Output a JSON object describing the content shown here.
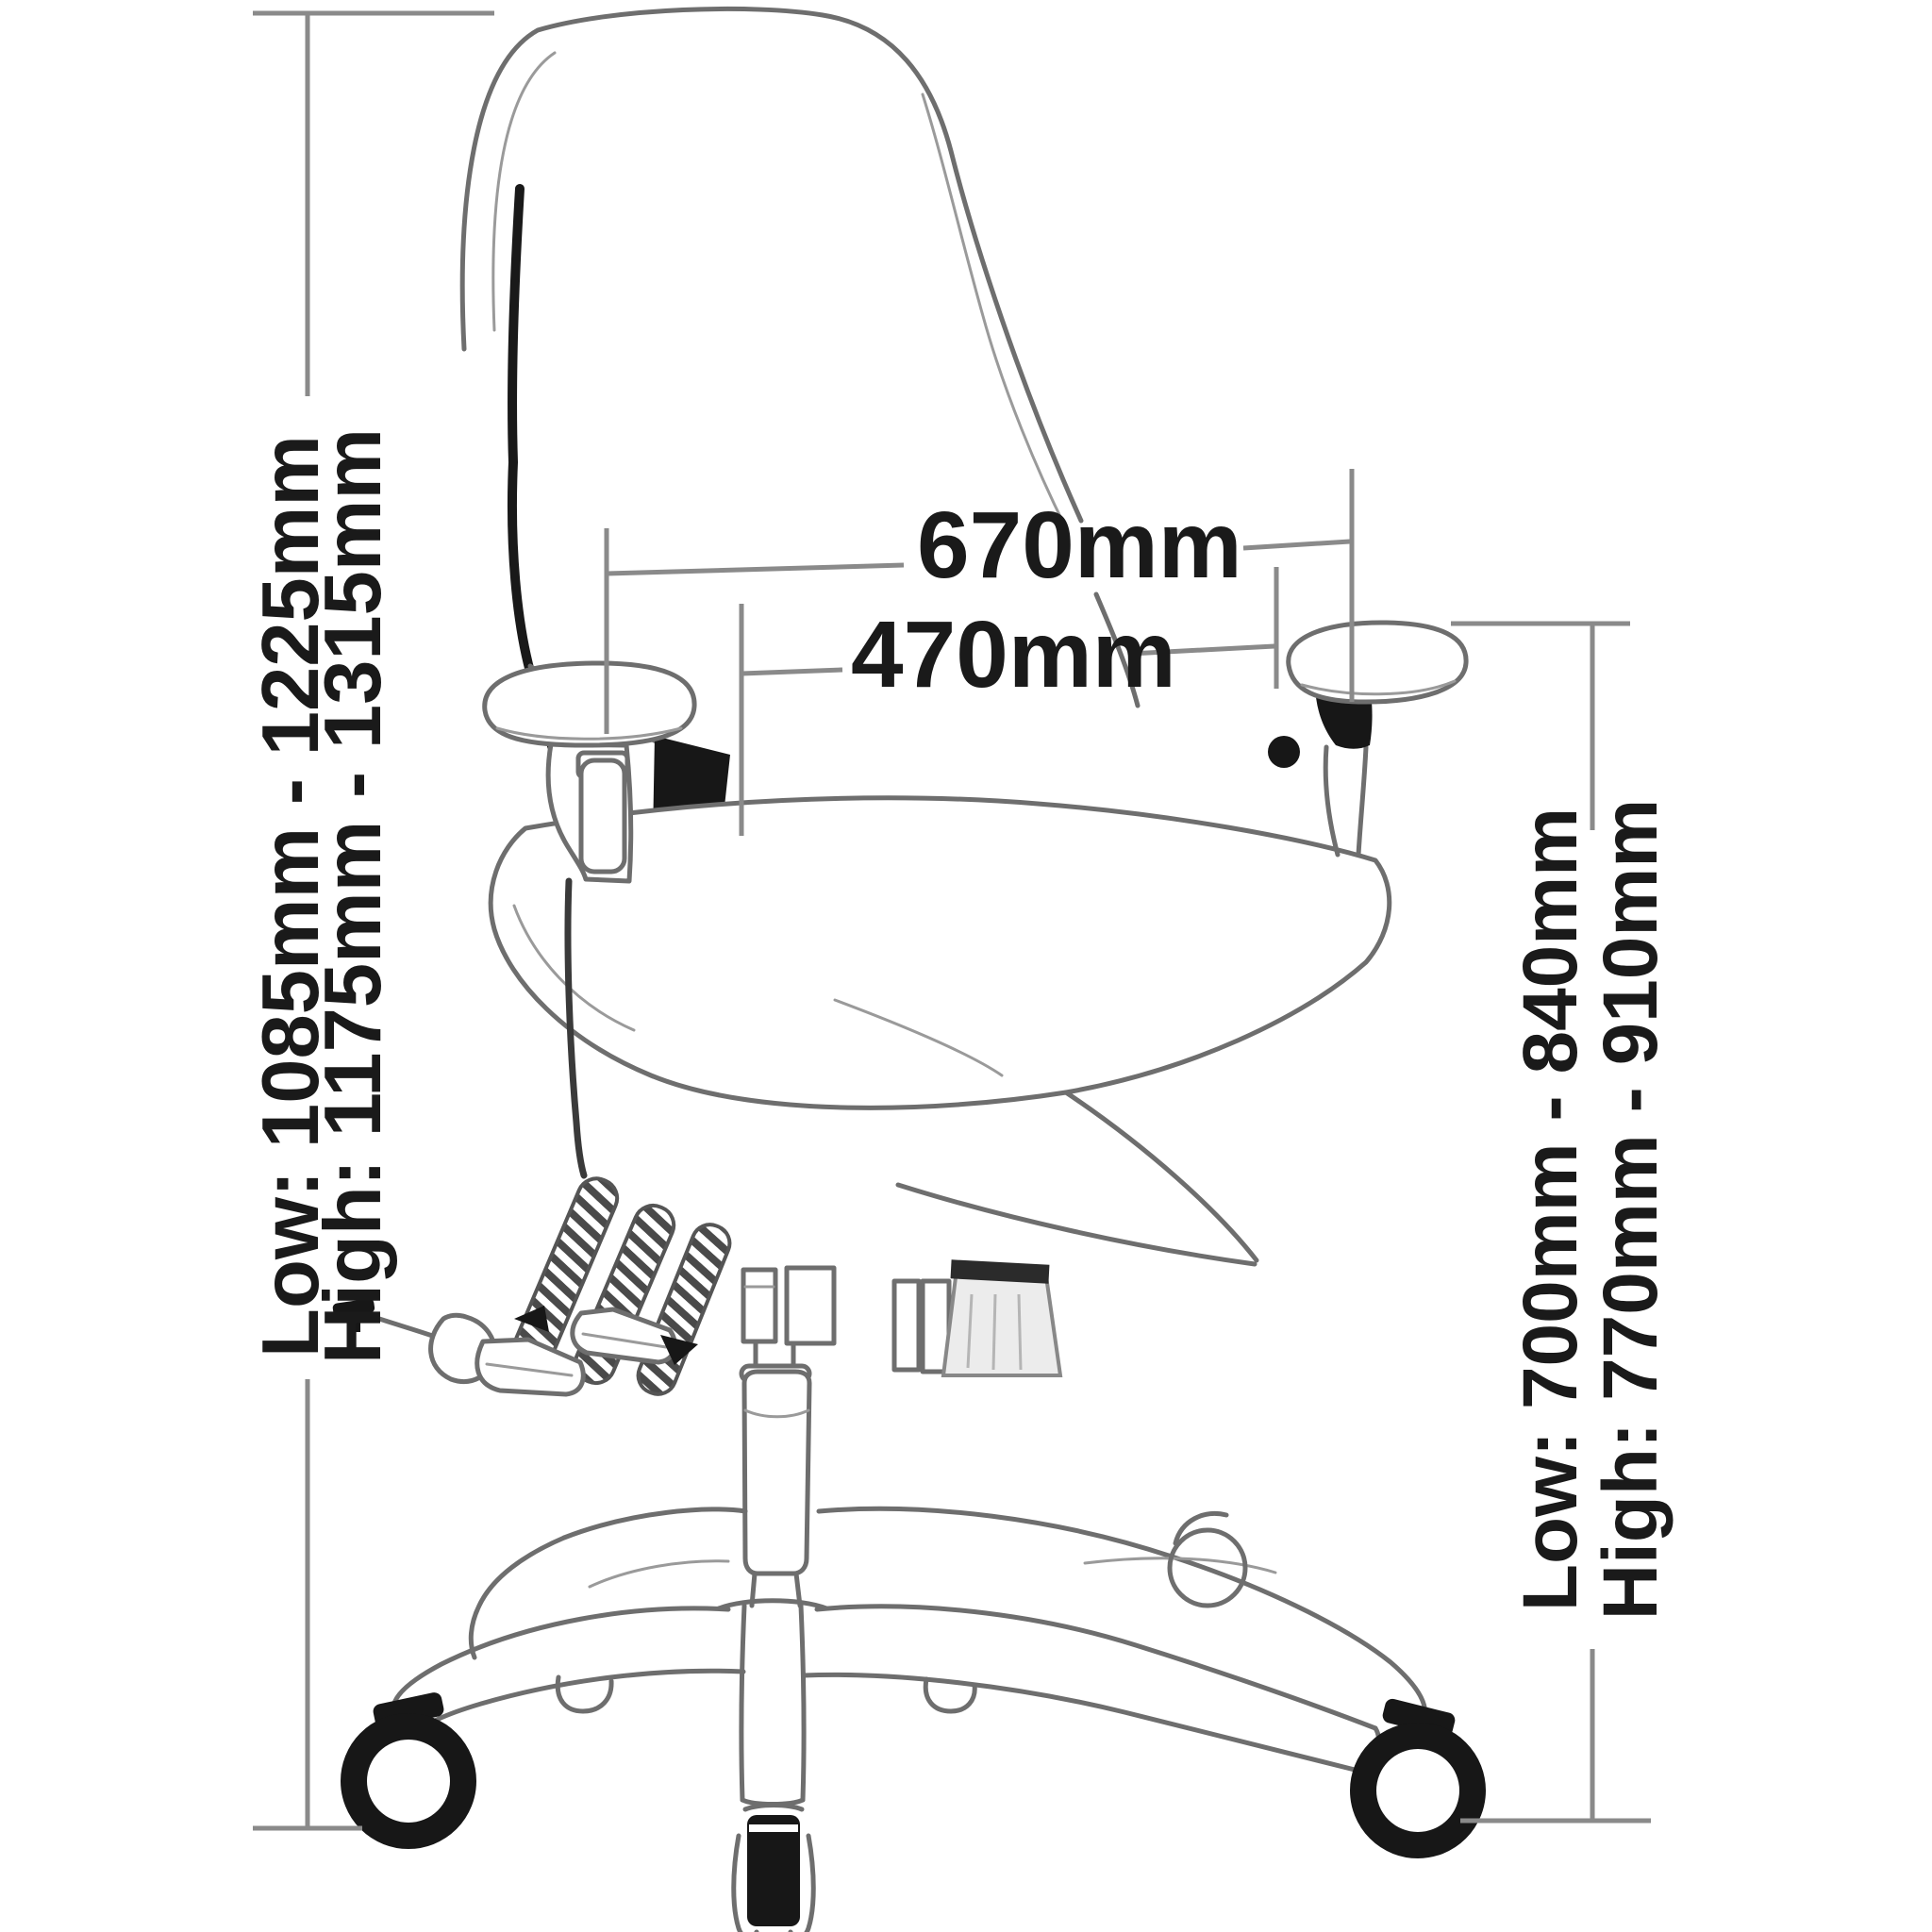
{
  "diagram": {
    "labels": {
      "width_overall": "670mm",
      "width_seat": "470mm",
      "height_left_low": "Low: 1085mm - 1225mm",
      "height_left_high": "High: 1175mm - 1315mm",
      "height_right_low": "Low: 700mm - 840mm",
      "height_right_high": "High: 770mm - 910mm"
    },
    "colors": {
      "dimension_line": "#8a8a8a",
      "label_text": "#1a1a1a",
      "chair_outline": "#6e6e6e",
      "chair_accent": "#171717",
      "background": "#ffffff"
    }
  }
}
